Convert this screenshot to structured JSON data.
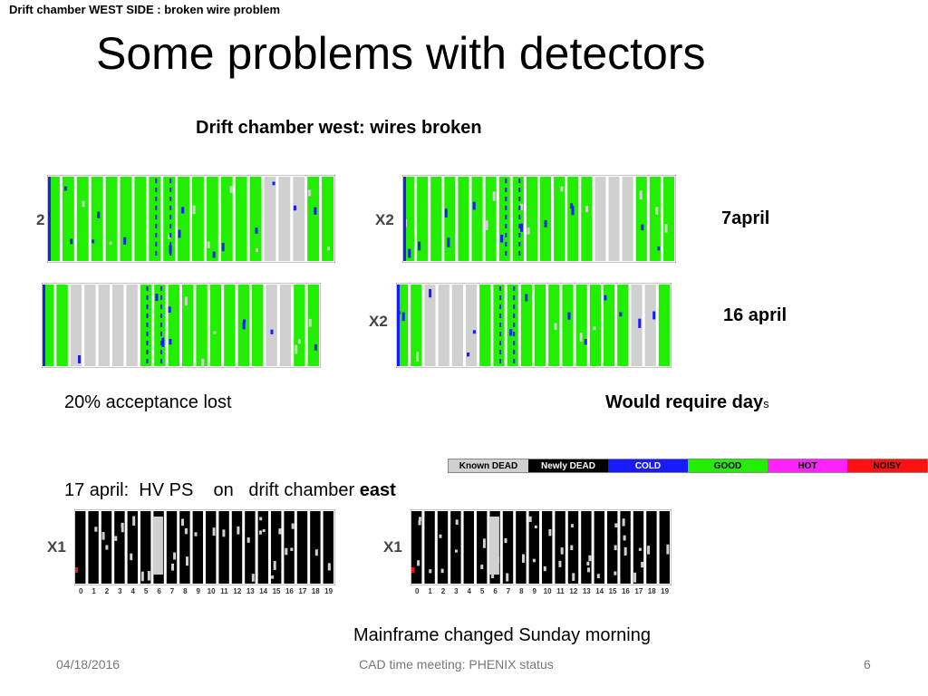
{
  "slide": {
    "header_label": "Drift chamber WEST SIDE :  broken wire problem",
    "title": "Some problems with detectors",
    "subtitle": "Drift chamber west:  wires broken",
    "date_1": "7april",
    "date_2": "16 april",
    "acceptance_text": "20% acceptance lost",
    "require_text_main": "Would require day",
    "require_text_suffix": "s",
    "hv_text_prefix": "17 april:  HV PS    on   drift chamber ",
    "hv_text_bold": "east",
    "mainframe_text": "Mainframe changed Sunday morning",
    "footer_date": "04/18/2016",
    "footer_center": "CAD time meeting: PHENIX status",
    "footer_page": "6"
  },
  "panels": {
    "x2_label": "X2",
    "x1_label": "X1",
    "cut_label": "2",
    "tick_labels": [
      "0",
      "1",
      "2",
      "3",
      "4",
      "5",
      "6",
      "7",
      "8",
      "9",
      "10",
      "11",
      "12",
      "13",
      "14",
      "15",
      "16",
      "17",
      "18",
      "19"
    ]
  },
  "legend": [
    {
      "label": "Known DEAD",
      "color": "#d0d0d0",
      "text_color": "#000000"
    },
    {
      "label": "Newly DEAD",
      "color": "#000000",
      "text_color": "#ffffff"
    },
    {
      "label": "COLD",
      "color": "#1a1aff",
      "text_color": "#ffffff"
    },
    {
      "label": "GOOD",
      "color": "#22ee00",
      "text_color": "#000000"
    },
    {
      "label": "HOT",
      "color": "#ff22ff",
      "text_color": "#000000"
    },
    {
      "label": "NOISY",
      "color": "#ff1111",
      "text_color": "#000000"
    }
  ],
  "colors": {
    "good": "#22ee00",
    "dead_known": "#d0d0d0",
    "dead_new": "#000000",
    "cold": "#1a1aff",
    "hot": "#ff22ff",
    "noisy": "#ff1111"
  }
}
